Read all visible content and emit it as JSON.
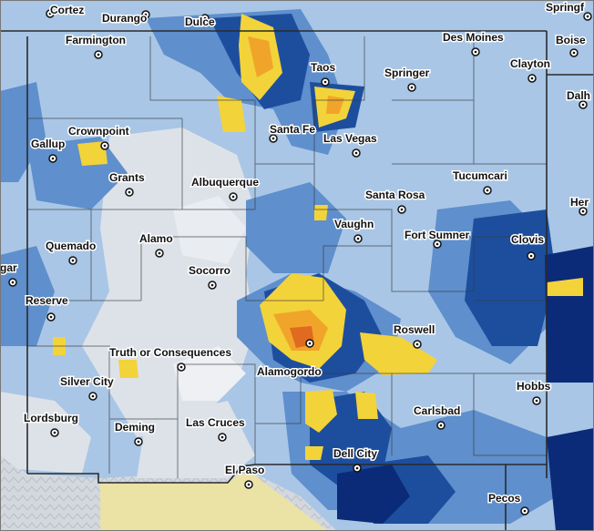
{
  "map": {
    "colors": {
      "land_gray": "#c9cfd8",
      "light_blue": "#a9c6e6",
      "mid_blue": "#5f8fcc",
      "dark_blue": "#1d4e9e",
      "navy": "#0b2a78",
      "yellow": "#f2d33a",
      "orange": "#f0a52a",
      "red_orange": "#e06a1f",
      "mexico_tan": "#ebe2a6",
      "border": "#2a2a2a"
    },
    "cities": [
      {
        "name": "Cortez"
      },
      {
        "name": "Durango"
      },
      {
        "name": "Dulce"
      },
      {
        "name": "Springf"
      },
      {
        "name": "Farmington"
      },
      {
        "name": "Des Moines"
      },
      {
        "name": "Boise"
      },
      {
        "name": "Clayton"
      },
      {
        "name": "Taos"
      },
      {
        "name": "Springer"
      },
      {
        "name": "Dalh"
      },
      {
        "name": "Crownpoint"
      },
      {
        "name": "Santa Fe"
      },
      {
        "name": "Las Vegas"
      },
      {
        "name": "Gallup"
      },
      {
        "name": "Tucumcari"
      },
      {
        "name": "Grants"
      },
      {
        "name": "Albuquerque"
      },
      {
        "name": "Santa Rosa"
      },
      {
        "name": "Her"
      },
      {
        "name": "Vaughn"
      },
      {
        "name": "Quemado"
      },
      {
        "name": "Alamo"
      },
      {
        "name": "Fort Sumner"
      },
      {
        "name": "Clovis"
      },
      {
        "name": "gar"
      },
      {
        "name": "Socorro"
      },
      {
        "name": "Reserve"
      },
      {
        "name": "Roswell"
      },
      {
        "name": "Truth or Consequences"
      },
      {
        "name": "Alamogordo"
      },
      {
        "name": "Silver City"
      },
      {
        "name": "Hobbs"
      },
      {
        "name": "Carlsbad"
      },
      {
        "name": "Lordsburg"
      },
      {
        "name": "Deming"
      },
      {
        "name": "Las Cruces"
      },
      {
        "name": "Dell City"
      },
      {
        "name": "El Paso"
      },
      {
        "name": "Pecos"
      }
    ]
  }
}
